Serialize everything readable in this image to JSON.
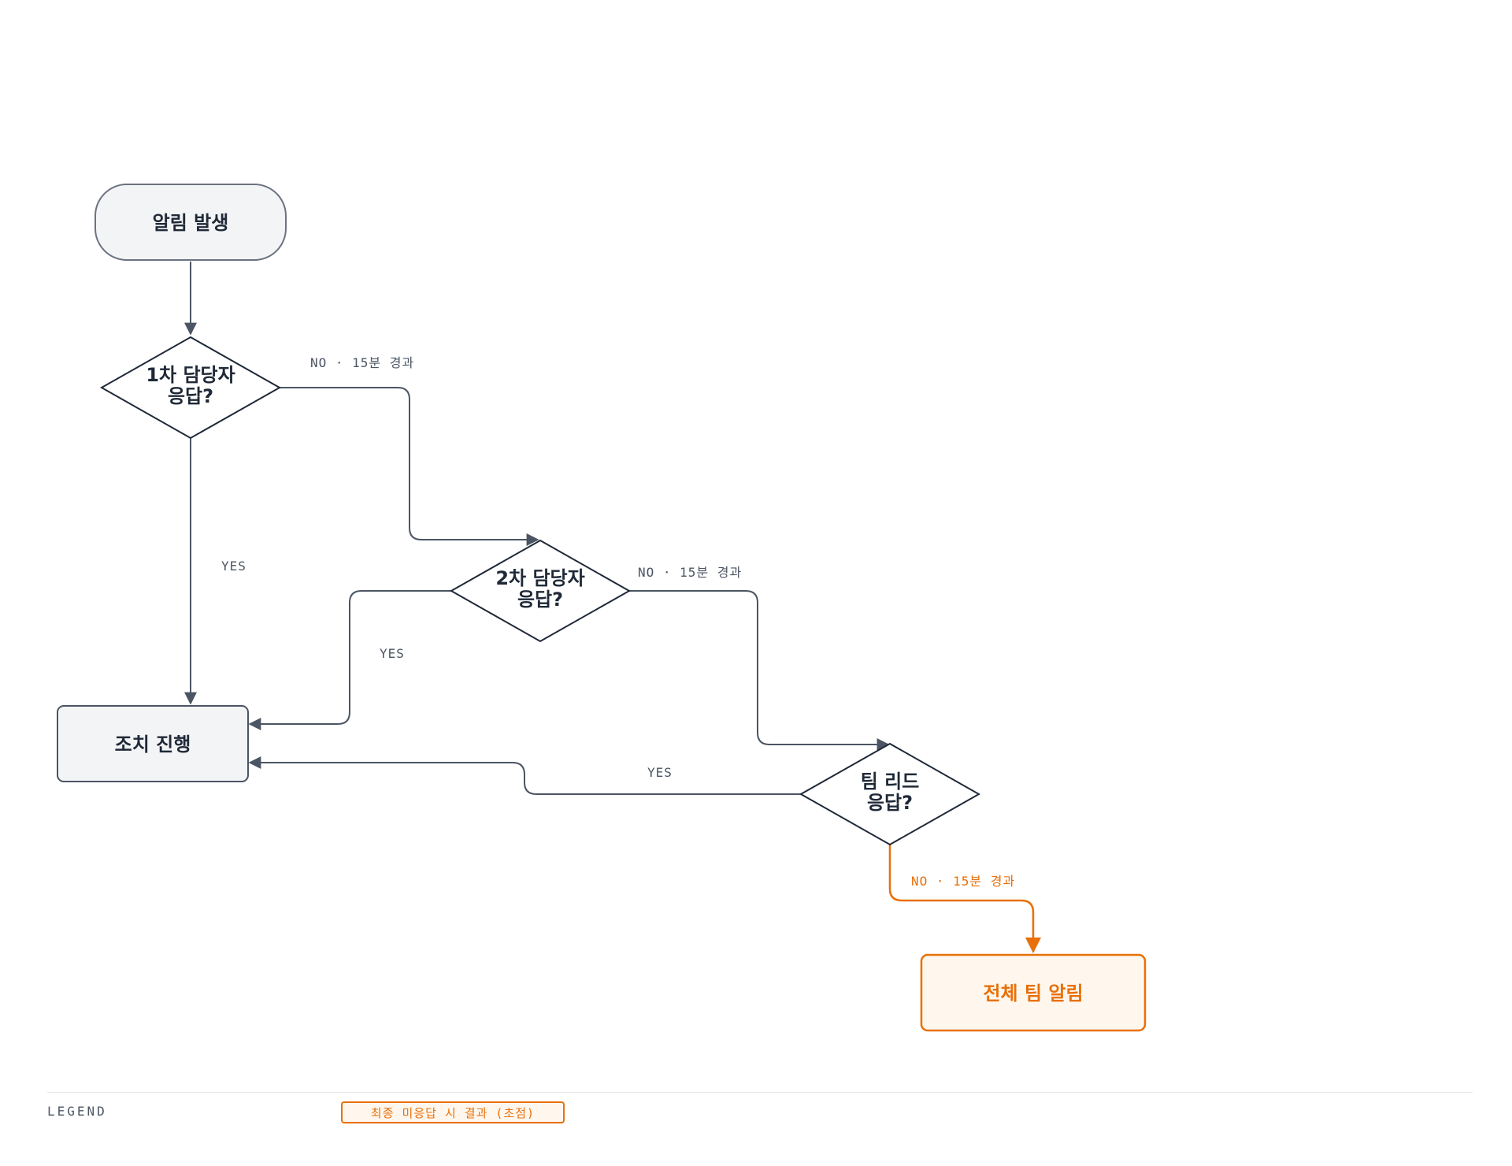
{
  "nodes": {
    "start": "알림 발생",
    "decision1": [
      "1차 담당자",
      "응답?"
    ],
    "decision2": [
      "2차 담당자",
      "응답?"
    ],
    "decision3": [
      "팀 리드",
      "응답?"
    ],
    "action": "조치 진행",
    "escalation": "전체 팀 알림"
  },
  "edges": {
    "d1_no": "NO · 15분 경과",
    "d1_yes": "YES",
    "d2_no": "NO · 15분 경과",
    "d2_yes": "YES",
    "d3_yes": "YES",
    "d3_no": "NO · 15분 경과"
  },
  "legend": {
    "title": "LEGEND",
    "focus_label": "최종 미응답 시 결과 (초점)"
  },
  "colors": {
    "default_stroke": "#4b5563",
    "node_fill": "#f3f4f6",
    "focus": "#e8700a",
    "focus_fill": "#fff7ed",
    "text": "#1f2937"
  }
}
